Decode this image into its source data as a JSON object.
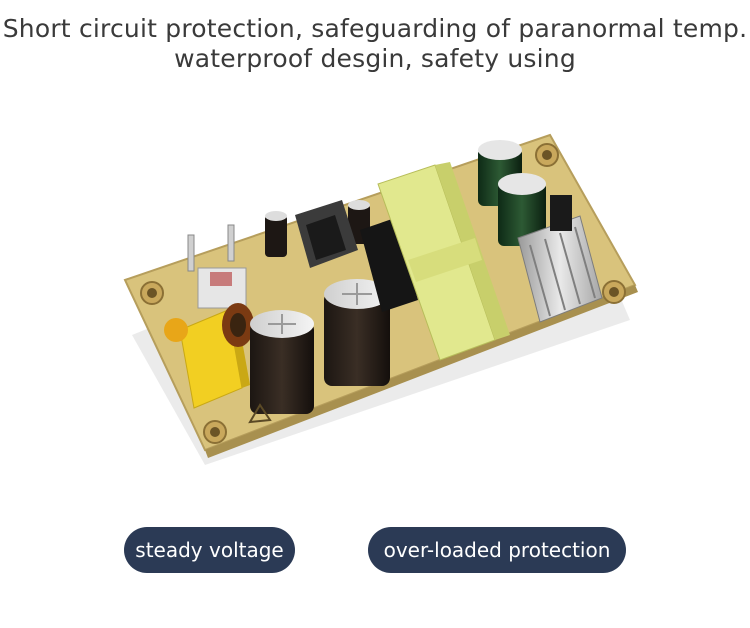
{
  "headline": {
    "line1": "Short circuit protection, safeguarding of paranormal temp.",
    "line2": "waterproof desgin, safety using"
  },
  "photo": {
    "description_icon": "pcb-power-supply-module"
  },
  "badges": [
    {
      "label": "steady voltage"
    },
    {
      "label": "over-loaded protection"
    }
  ],
  "colors": {
    "badge_bg": "#2b3a55",
    "badge_text": "#ffffff",
    "headline_text": "#3a3a3a",
    "pcb": "#d8c27a",
    "transformer": "#dfe58a"
  }
}
